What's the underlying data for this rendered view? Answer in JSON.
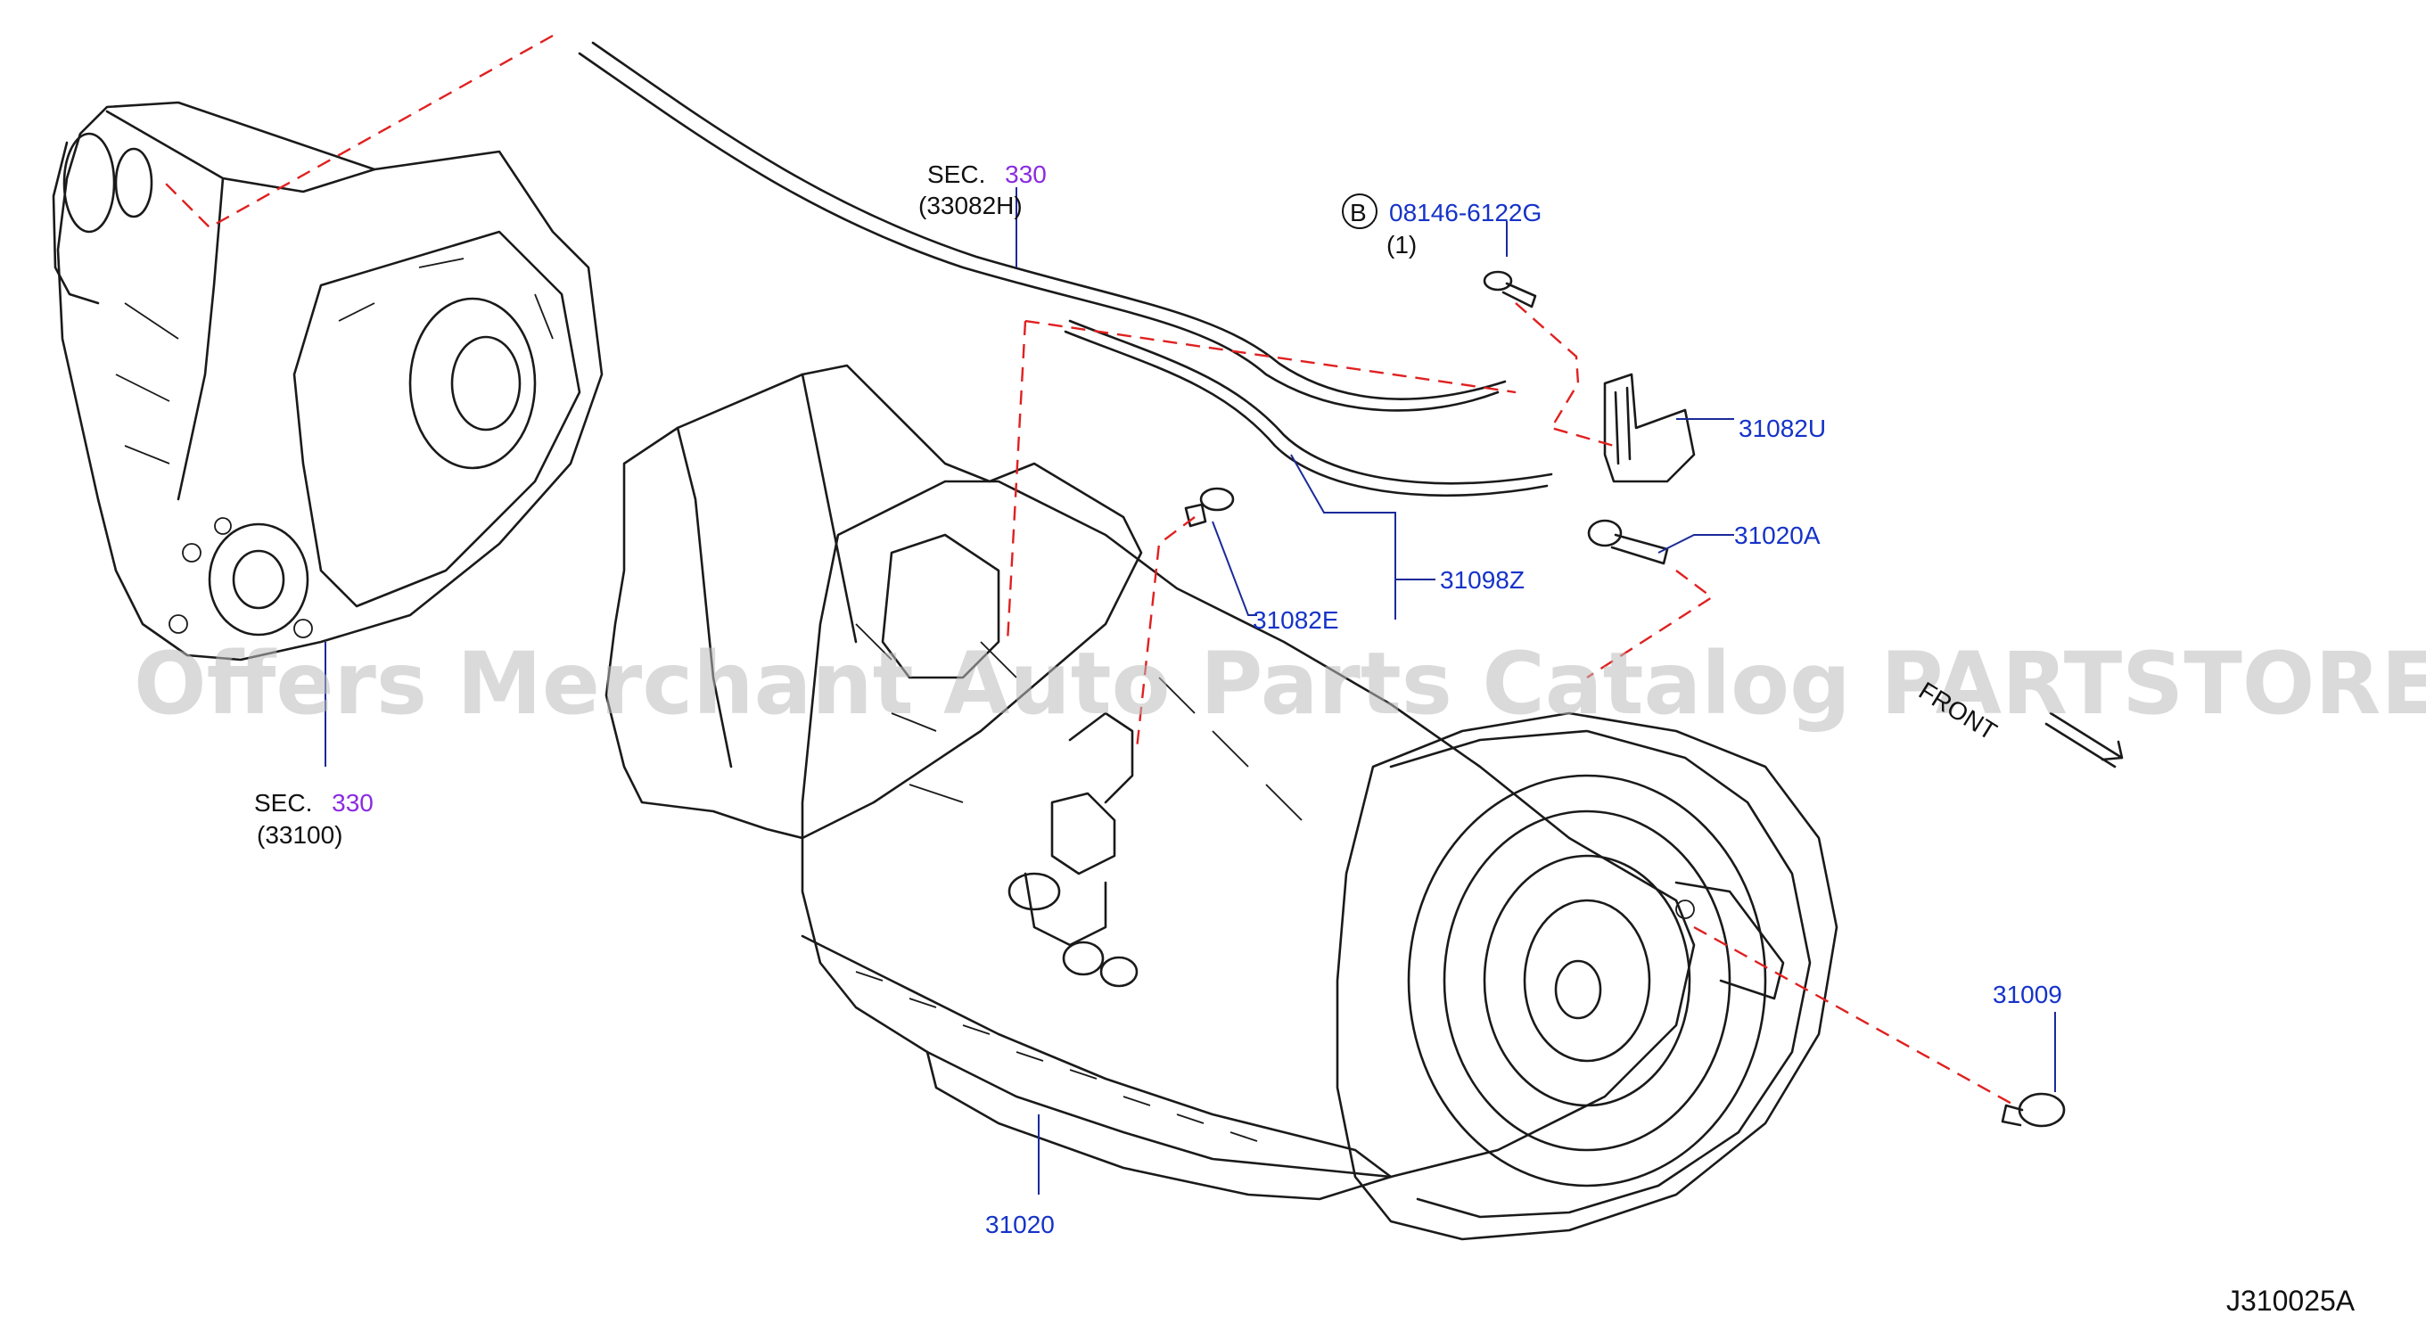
{
  "watermark": "Offers Merchant Auto Parts Catalog PARTSTORE.SA",
  "diagram_code": "J310025A",
  "front_label": "FRONT",
  "colors": {
    "part_number": "#1533c8",
    "section_number": "#8a2be2",
    "dashed_line": "#e02020",
    "outline": "#1a1a1a",
    "watermark": "#bdbdbd"
  },
  "sections": [
    {
      "prefix": "SEC.",
      "number": "330",
      "sub": "(33082H)"
    },
    {
      "prefix": "SEC.",
      "number": "330",
      "sub": "(33100)"
    }
  ],
  "bolt_callout": {
    "circle": "B",
    "number": "08146-6122G",
    "qty": "(1)"
  },
  "parts": {
    "p31082U": "31082U",
    "p31020A": "31020A",
    "p31098Z": "31098Z",
    "p31082E": "31082E",
    "p31009": "31009",
    "p31020": "31020"
  }
}
